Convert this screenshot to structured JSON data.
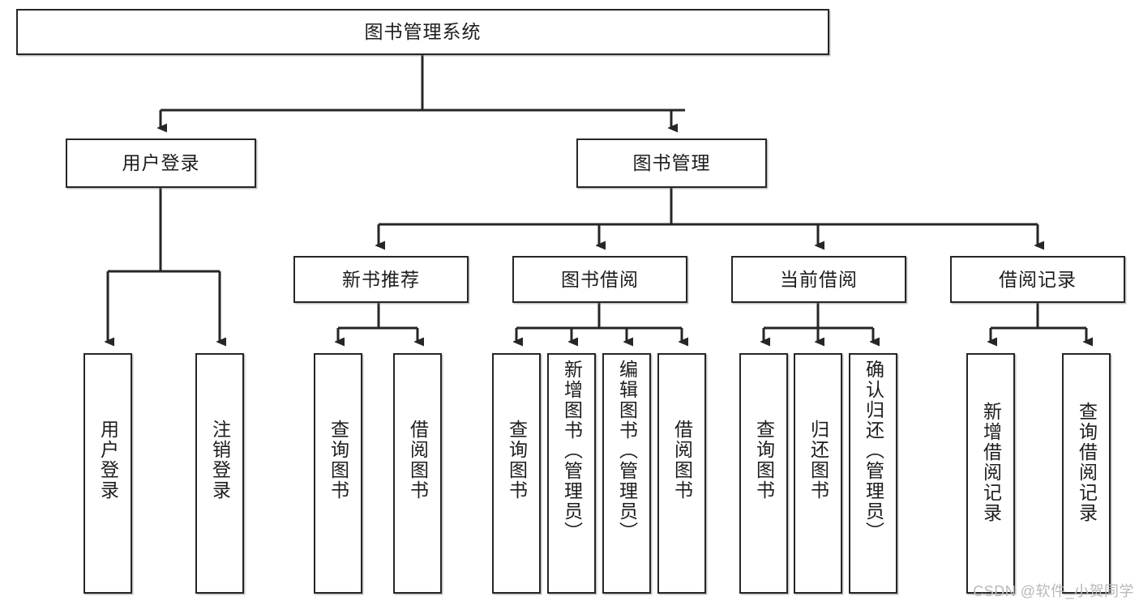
{
  "diagram": {
    "title": "图书管理系统",
    "style": {
      "box_border_color": "#262626",
      "box_fill_color": "#ffffff",
      "edge_color": "#262626",
      "text_color": "#1d1d1d",
      "background": "#ffffff",
      "watermark_color": "#b9b9b9"
    },
    "root": {
      "label": "图书管理系统"
    },
    "level1": [
      {
        "label": "用户登录"
      },
      {
        "label": "图书管理"
      }
    ],
    "level2": [
      {
        "label": "新书推荐"
      },
      {
        "label": "图书借阅"
      },
      {
        "label": "当前借阅"
      },
      {
        "label": "借阅记录"
      }
    ],
    "leaves": {
      "user_login": [
        {
          "label": "用户登录"
        },
        {
          "label": "注销登录"
        }
      ],
      "new_book_recommend": [
        {
          "label": "查询图书"
        },
        {
          "label": "借阅图书"
        }
      ],
      "book_borrow": [
        {
          "label": "查询图书"
        },
        {
          "label": "新增图书（管理员）"
        },
        {
          "label": "编辑图书（管理员）"
        },
        {
          "label": "借阅图书"
        }
      ],
      "current_borrow": [
        {
          "label": "查询图书"
        },
        {
          "label": "归还图书"
        },
        {
          "label": "确认归还（管理员）"
        }
      ],
      "borrow_record": [
        {
          "label": "新增借阅记录"
        },
        {
          "label": "查询借阅记录"
        }
      ]
    },
    "watermark": "CSDN @软件_小贺同学"
  }
}
